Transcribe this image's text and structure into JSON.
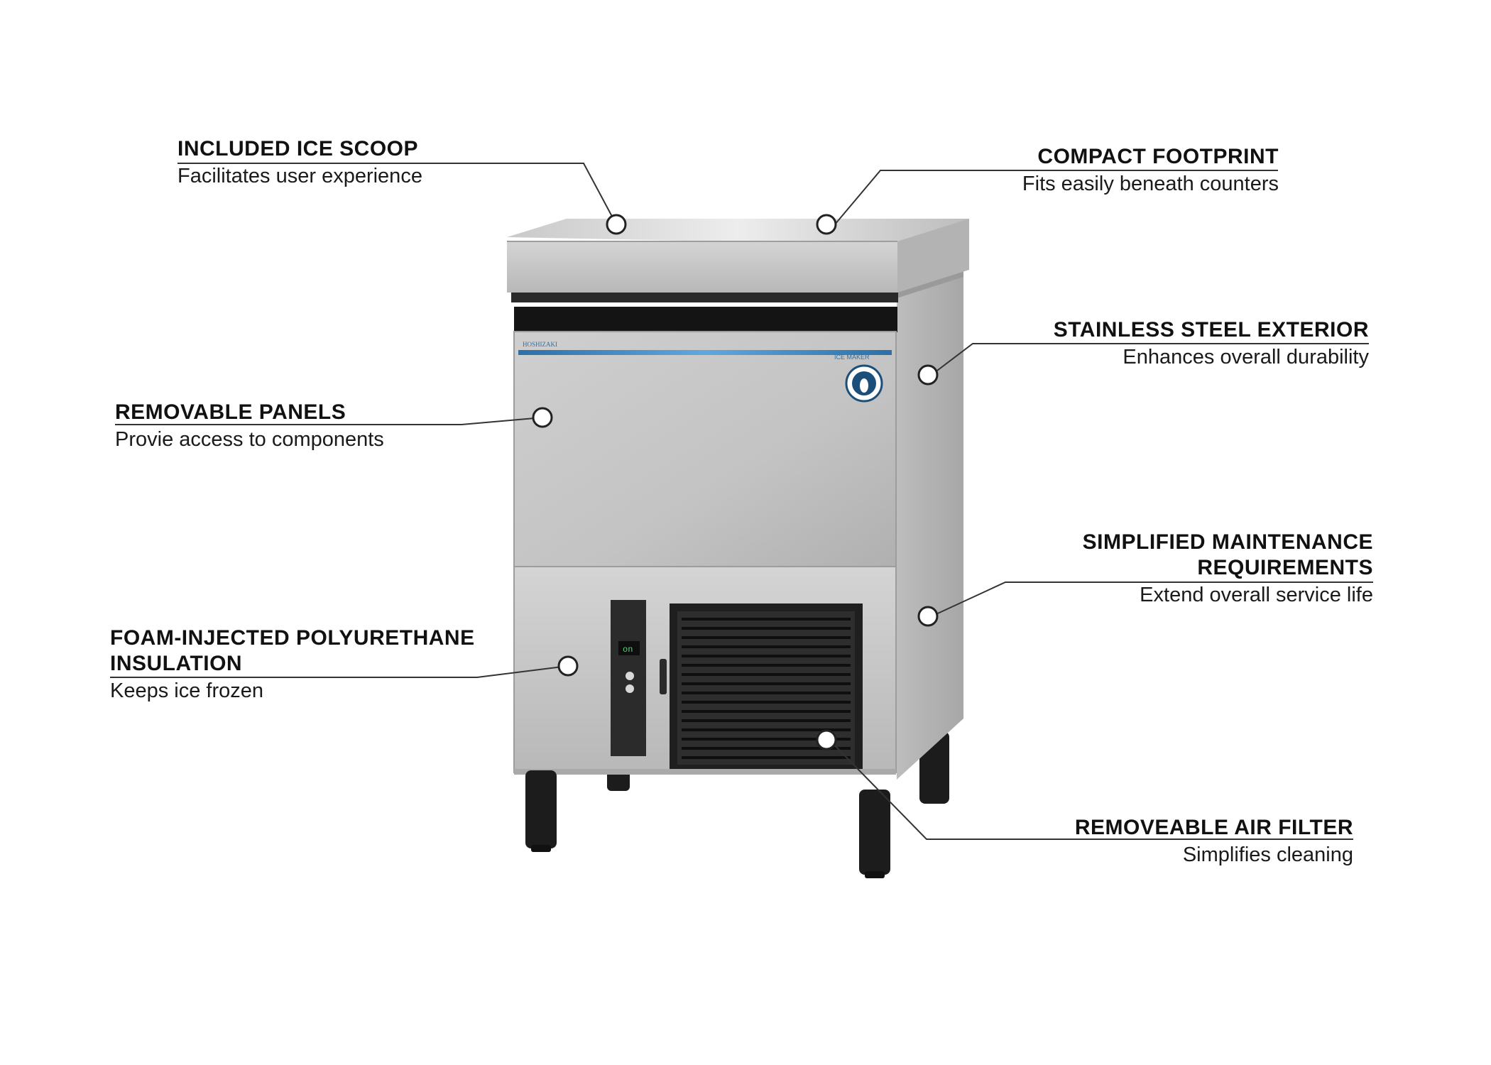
{
  "brand": {
    "name": "HOSHIZAKI",
    "panel_label": "ICE MAKER",
    "accent_color": "#3a8fd0"
  },
  "control_panel": {
    "display_value": "on"
  },
  "callouts": {
    "scoop": {
      "title": "INCLUDED ICE SCOOP",
      "desc": "Facilitates user experience"
    },
    "footprint": {
      "title": "COMPACT FOOTPRINT",
      "desc": "Fits easily beneath counters"
    },
    "steel": {
      "title": "STAINLESS STEEL EXTERIOR",
      "desc": "Enhances overall durability"
    },
    "panels": {
      "title": "REMOVABLE PANELS",
      "desc": "Provie access to components"
    },
    "maintenance": {
      "title_line1": "SIMPLIFIED MAINTENANCE",
      "title_line2": "REQUIREMENTS",
      "desc": "Extend overall service life"
    },
    "foam": {
      "title_line1": "FOAM-INJECTED POLYURETHANE",
      "title_line2": "INSULATION",
      "desc": "Keeps ice frozen"
    },
    "filter": {
      "title": "REMOVEABLE AIR FILTER",
      "desc": "Simplifies cleaning"
    }
  }
}
